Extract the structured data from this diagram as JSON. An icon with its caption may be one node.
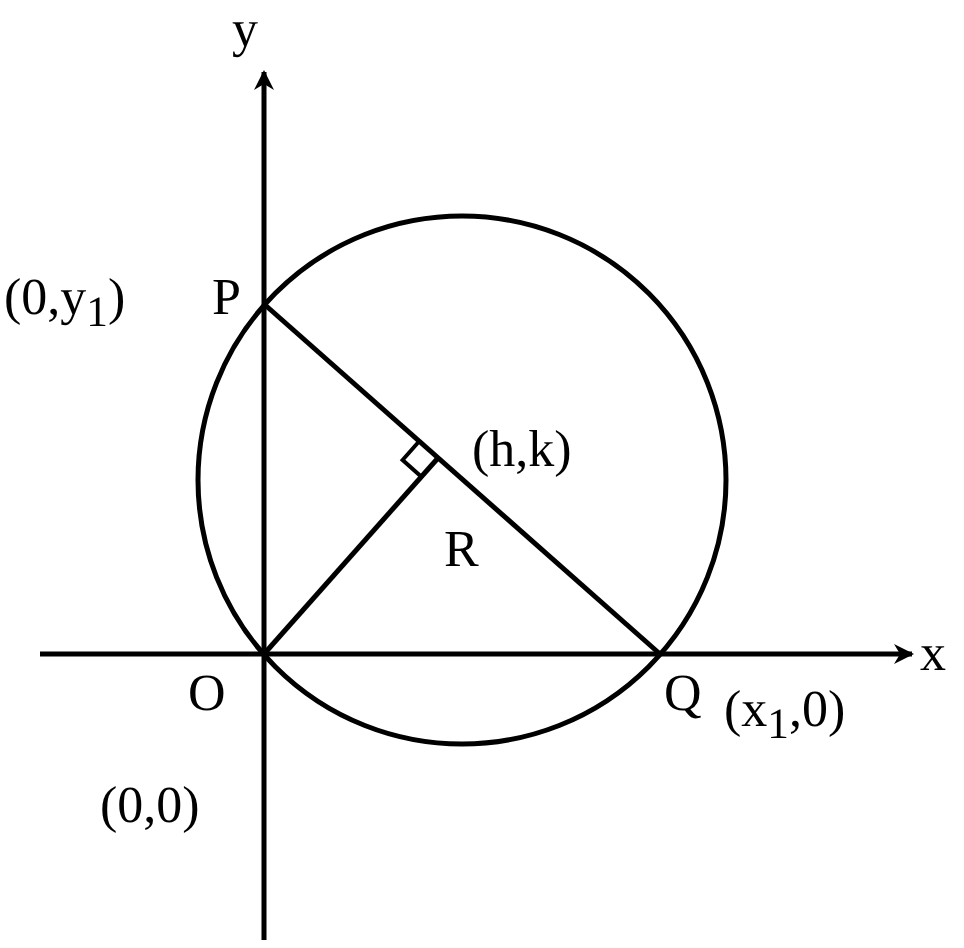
{
  "diagram": {
    "labels": [
      "y",
      "(0,y$_{1}$)",
      "P",
      "(h,k)",
      "R",
      "x",
      "O",
      "Q",
      "(x$_{1}$,0)",
      "(0,0)"
    ]
  }
}
